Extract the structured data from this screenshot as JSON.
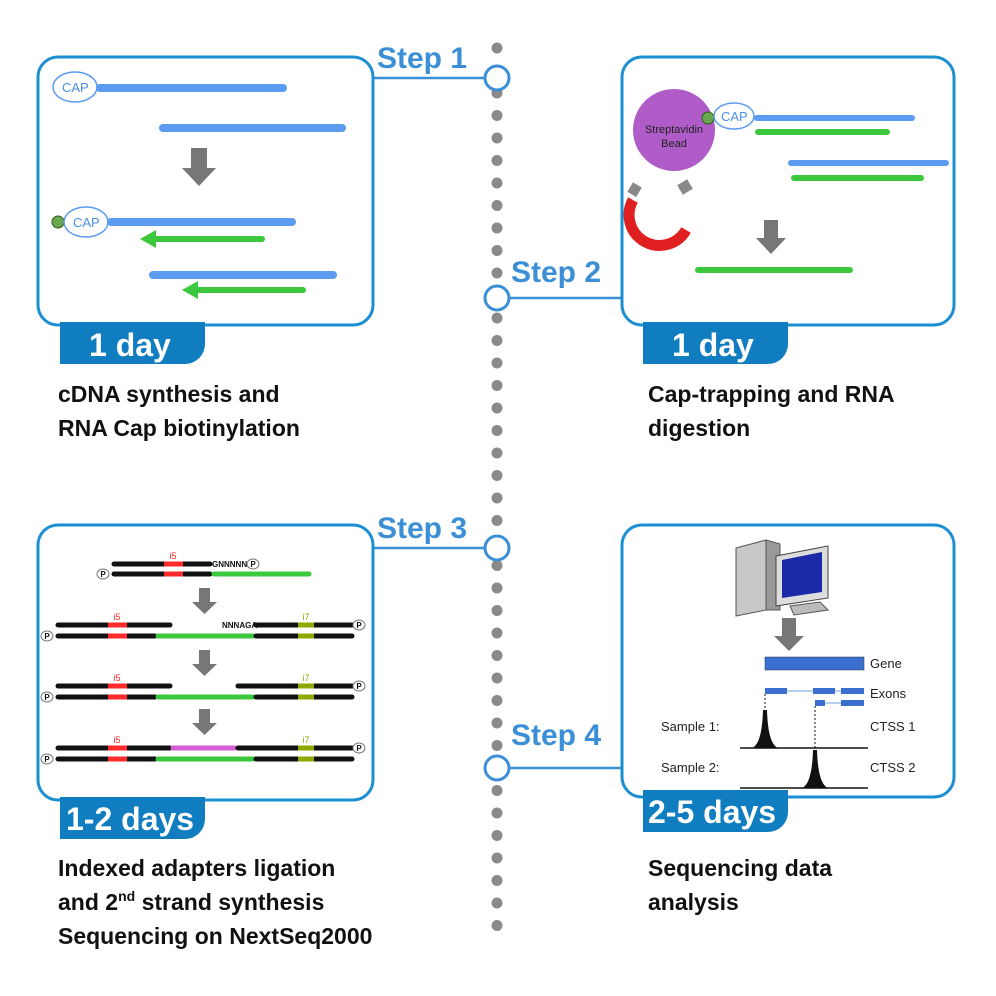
{
  "steps": [
    {
      "label": "Step 1",
      "duration": "1 day",
      "caption": [
        "cDNA synthesis and",
        "RNA Cap biotinylation"
      ]
    },
    {
      "label": "Step 2",
      "duration": "1 day",
      "caption": [
        "Cap-trapping and RNA",
        "digestion"
      ]
    },
    {
      "label": "Step 3",
      "duration": "1-2 days",
      "caption_line1_pre": "Indexed adapters ligation",
      "caption_line2_a": "and 2",
      "caption_line2_sup": "nd",
      "caption_line2_b": " strand synthesis",
      "caption_line3": "Sequencing on NextSeq2000"
    },
    {
      "label": "Step 4",
      "duration": "2-5 days",
      "caption": [
        "Sequencing data",
        "analysis"
      ]
    }
  ],
  "panel1": {
    "cap": "CAP"
  },
  "panel2": {
    "cap": "CAP",
    "bead": [
      "Streptavidin",
      "Bead"
    ]
  },
  "panel3": {
    "i5": "i5",
    "i7": "i7",
    "p": "P",
    "seq1": "GNNNNN",
    "seq2": "NNNAGA"
  },
  "panel4": {
    "gene": "Gene",
    "exons": "Exons",
    "sample1": "Sample 1:",
    "sample2": "Sample 2:",
    "ctss1": "CTSS 1",
    "ctss2": "CTSS 2"
  },
  "colors": {
    "accent": "#3a8fd6",
    "badge": "#0f7dc0",
    "rna": "#5b9bf0",
    "cdna": "#3cc83c",
    "bead": "#b05cc8",
    "i5": "#ff2a2a",
    "i7": "#8fa800"
  }
}
